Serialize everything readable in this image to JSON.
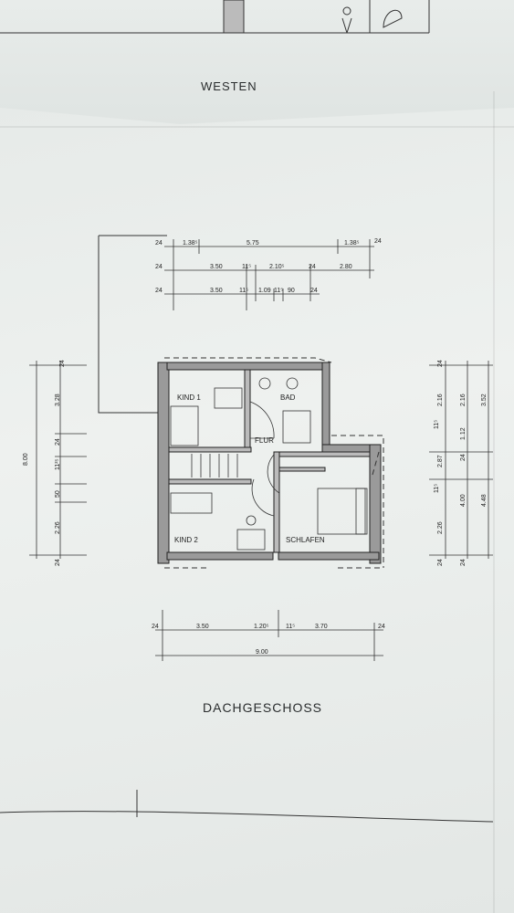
{
  "titles": {
    "elevation": "WESTEN",
    "floor": "DACHGESCHOSS"
  },
  "rooms": {
    "kind1": "KIND 1",
    "bad": "BAD",
    "flur": "FLUR",
    "kind2": "KIND 2",
    "schlafen": "SCHLAFEN"
  },
  "dims_top": {
    "row1": [
      "24",
      "1.38⁵",
      "5.75",
      "1.38⁵",
      "24"
    ],
    "row2": [
      "24",
      "3.50",
      "11⁵",
      "2.10⁵",
      "24",
      "2.80"
    ],
    "row3": [
      "24",
      "3.50",
      "11⁵",
      "1.09",
      "11⁵",
      "90",
      "24"
    ]
  },
  "dims_bottom": {
    "row1": [
      "24",
      "3.50",
      "1.20⁵",
      "11⁵",
      "3.70",
      "24"
    ],
    "total": "9.00"
  },
  "dims_left": {
    "total": "8.00",
    "parts": [
      "24",
      "3.28",
      "24",
      "11²⁵",
      "50",
      "2.26",
      "24"
    ]
  },
  "dims_right": {
    "col1": [
      "24",
      "2.16",
      "11⁵",
      "2.87",
      "11⁵",
      "2.26",
      "24"
    ],
    "col2": [
      "2.16",
      "1.12",
      "24",
      "4.00",
      "24"
    ],
    "col3": [
      "3.52",
      "4.48"
    ]
  }
}
